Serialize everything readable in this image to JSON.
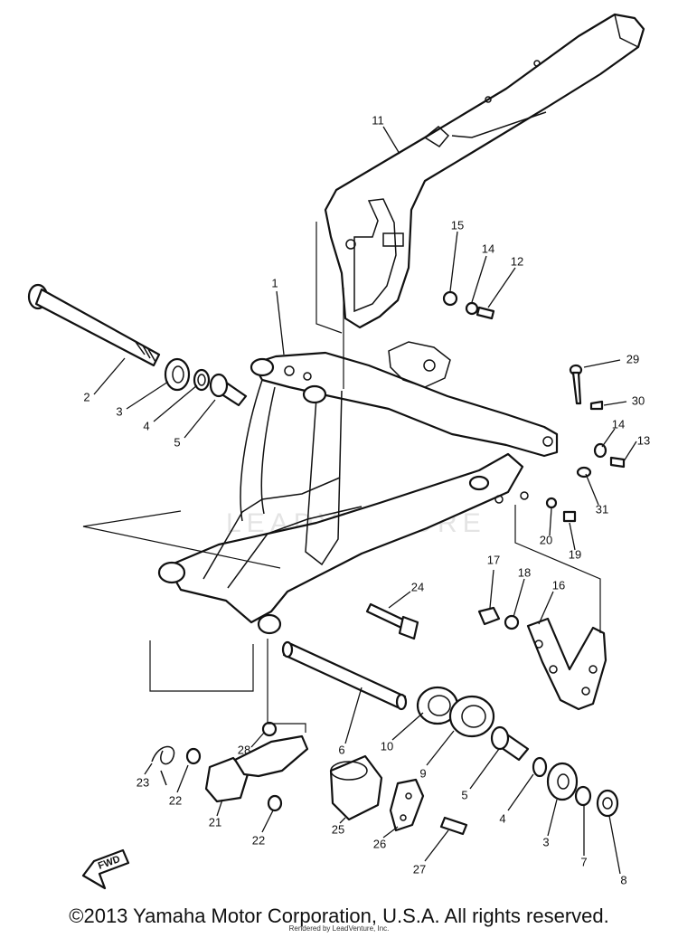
{
  "diagram": {
    "watermark": "LEADVENTURE",
    "fwd_label": "FWD",
    "callouts": [
      {
        "id": "11",
        "label": "11"
      },
      {
        "id": "15",
        "label": "15"
      },
      {
        "id": "14a",
        "label": "14"
      },
      {
        "id": "12",
        "label": "12"
      },
      {
        "id": "1",
        "label": "1"
      },
      {
        "id": "2",
        "label": "2"
      },
      {
        "id": "3a",
        "label": "3"
      },
      {
        "id": "4a",
        "label": "4"
      },
      {
        "id": "5a",
        "label": "5"
      },
      {
        "id": "29",
        "label": "29"
      },
      {
        "id": "30",
        "label": "30"
      },
      {
        "id": "14b",
        "label": "14"
      },
      {
        "id": "13",
        "label": "13"
      },
      {
        "id": "31",
        "label": "31"
      },
      {
        "id": "20",
        "label": "20"
      },
      {
        "id": "19",
        "label": "19"
      },
      {
        "id": "17",
        "label": "17"
      },
      {
        "id": "18",
        "label": "18"
      },
      {
        "id": "16",
        "label": "16"
      },
      {
        "id": "24",
        "label": "24"
      },
      {
        "id": "6",
        "label": "6"
      },
      {
        "id": "10",
        "label": "10"
      },
      {
        "id": "9",
        "label": "9"
      },
      {
        "id": "5b",
        "label": "5"
      },
      {
        "id": "4b",
        "label": "4"
      },
      {
        "id": "3b",
        "label": "3"
      },
      {
        "id": "7",
        "label": "7"
      },
      {
        "id": "8",
        "label": "8"
      },
      {
        "id": "28",
        "label": "28"
      },
      {
        "id": "23",
        "label": "23"
      },
      {
        "id": "22a",
        "label": "22"
      },
      {
        "id": "21",
        "label": "21"
      },
      {
        "id": "22b",
        "label": "22"
      },
      {
        "id": "25",
        "label": "25"
      },
      {
        "id": "26",
        "label": "26"
      },
      {
        "id": "27",
        "label": "27"
      }
    ]
  },
  "footer": {
    "copyright": "©2013 Yamaha Motor Corporation, U.S.A. All rights reserved.",
    "rendered_by": "Rendered by LeadVenture, Inc."
  }
}
